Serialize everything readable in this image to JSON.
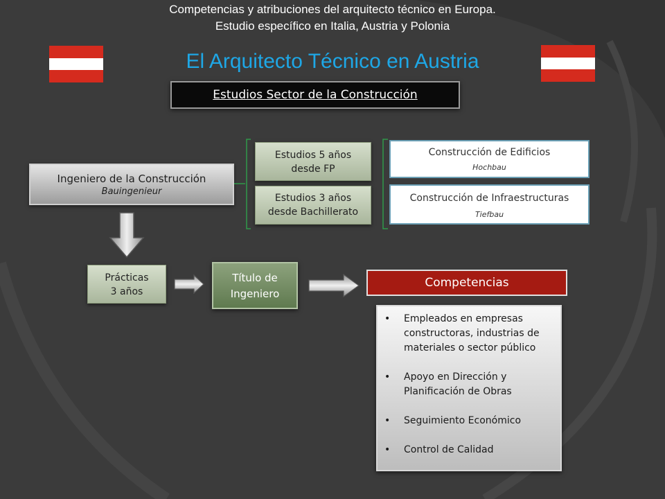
{
  "header": {
    "line1": "Competencias y atribuciones del arquitecto técnico en Europa.",
    "line2": "Estudio específico en Italia, Austria y Polonia",
    "title": "El Arquitecto Técnico en Austria"
  },
  "flag_colors": {
    "red": "#d52b1e",
    "white": "#ffffff"
  },
  "banner": "Estudios Sector de la Construcción",
  "ingeniero": {
    "title": "Ingeniero de la Construcción",
    "subtitle": "Bauingenieur"
  },
  "estudios": [
    {
      "line1": "Estudios 5 años",
      "line2": "desde FP"
    },
    {
      "line1": "Estudios 3 años",
      "line2": "desde Bachillerato"
    }
  ],
  "construccion": [
    {
      "title": "Construcción de Edificios",
      "subtitle": "Hochbau"
    },
    {
      "title": "Construcción de Infraestructuras",
      "subtitle": "Tiefbau"
    }
  ],
  "practicas": {
    "line1": "Prácticas",
    "line2": "3 años"
  },
  "titulo": {
    "line1": "Título de",
    "line2": "Ingeniero"
  },
  "competencias": {
    "label": "Competencias",
    "items": [
      "Empleados en empresas constructoras, industrias de materiales o sector público",
      "Apoyo en Dirección y Planificación de Obras",
      "Seguimiento Económico",
      "Control de Calidad"
    ]
  }
}
